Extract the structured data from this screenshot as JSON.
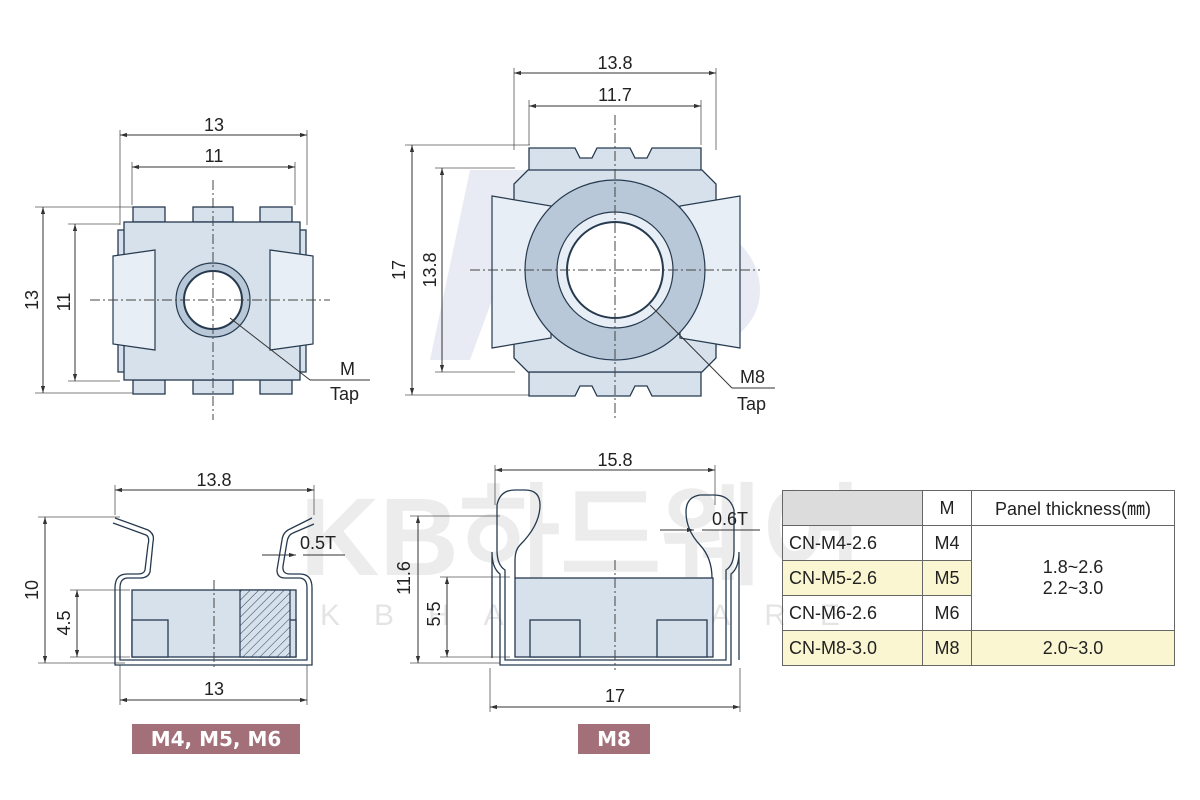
{
  "views": {
    "small_top": {
      "dim_width_outer": "13",
      "dim_width_inner": "11",
      "dim_height_outer": "13",
      "dim_height_inner": "11",
      "callout_line1": "M",
      "callout_line2": "Tap"
    },
    "large_top": {
      "dim_width_outer": "13.8",
      "dim_width_inner": "11.7",
      "dim_height_outer": "17",
      "dim_height_inner": "13.8",
      "callout_line1": "M8",
      "callout_line2": "Tap"
    },
    "small_side": {
      "dim_top_width": "13.8",
      "dim_thickness": "0.5T",
      "dim_height": "10",
      "dim_inner_height": "4.5",
      "dim_bottom_width": "13"
    },
    "large_side": {
      "dim_top_width": "15.8",
      "dim_thickness": "0.6T",
      "dim_height": "11.6",
      "dim_inner_height": "5.5",
      "dim_bottom_width": "17"
    }
  },
  "badges": {
    "small": "M4, M5, M6",
    "large": "M8"
  },
  "watermark": {
    "main": "KB하드웨어",
    "sub": "KBHARDWARE"
  },
  "table": {
    "headers": [
      "",
      "M",
      "Panel thickness(㎜)"
    ],
    "rows": [
      {
        "model": "CN-M4-2.6",
        "m": "M4",
        "highlight": false
      },
      {
        "model": "CN-M5-2.6",
        "m": "M5",
        "highlight": true
      },
      {
        "model": "CN-M6-2.6",
        "m": "M6",
        "highlight": false
      },
      {
        "model": "CN-M8-3.0",
        "m": "M8",
        "highlight": true
      }
    ],
    "panel_group_1": [
      "1.8~2.6",
      "2.2~3.0"
    ],
    "panel_group_2": "2.0~3.0"
  },
  "colors": {
    "part_fill": "#d6e1ec",
    "part_stroke": "#263a4f",
    "badge": "#a36f78",
    "highlight": "#fbf6d2"
  }
}
